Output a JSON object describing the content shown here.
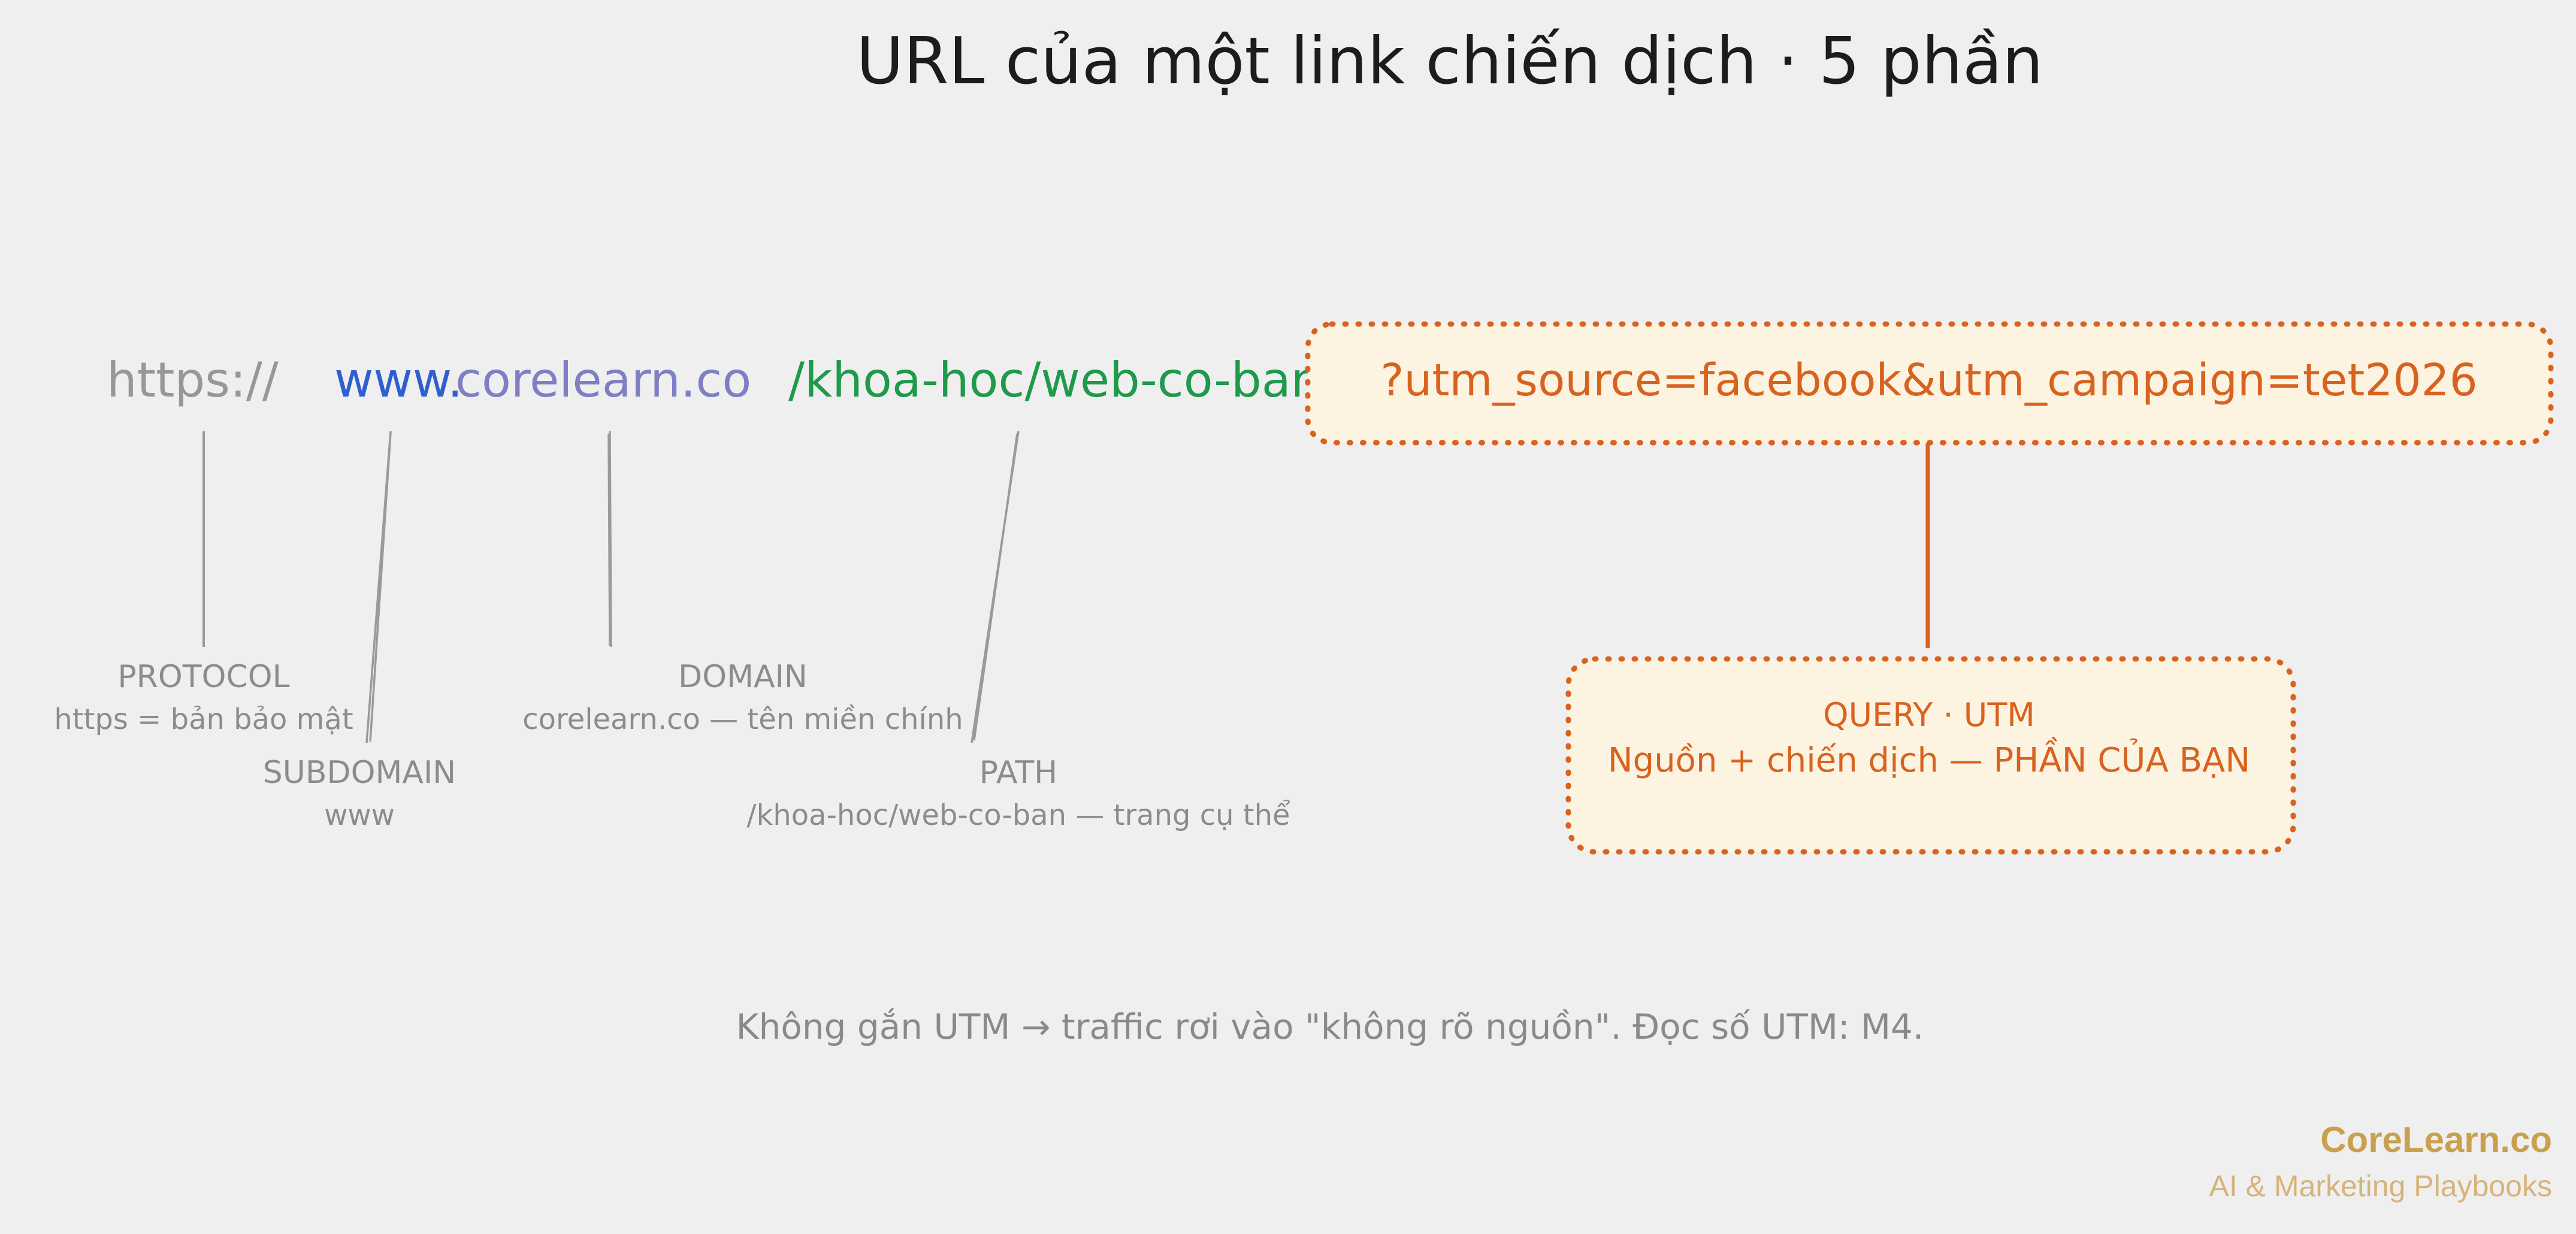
{
  "title": "URL của một link chiến dịch · 5 phần",
  "url_parts": {
    "protocol": "https://",
    "subdomain": "www.",
    "domain": "corelearn.co",
    "path": "/khoa-hoc/web-co-ban",
    "query": "?utm_source=facebook&utm_campaign=tet2026"
  },
  "labels": {
    "protocol": {
      "name": "PROTOCOL",
      "desc": "https = bản bảo mật"
    },
    "subdomain": {
      "name": "SUBDOMAIN",
      "desc": "www"
    },
    "domain": {
      "name": "DOMAIN",
      "desc": "corelearn.co — tên miền chính"
    },
    "path": {
      "name": "PATH",
      "desc": "/khoa-hoc/web-co-ban — trang cụ thể"
    },
    "query": {
      "name": "QUERY · UTM",
      "desc": "Nguồn + chiến dịch — PHẦN CỦA BẠN"
    }
  },
  "footer_note": "Không gắn UTM → traffic rơi vào \"không rõ nguồn\". Đọc số UTM: M4.",
  "brand": {
    "name": "CoreLearn.co",
    "tagline": "AI & Marketing Playbooks"
  },
  "colors": {
    "protocol": "#979797",
    "subdomain": "#2f5fcf",
    "domain": "#7f7fc4",
    "path": "#1f9a4a",
    "query": "#d8631f",
    "query_fill": "#fdf3e1",
    "connector": "#9a9a9a"
  }
}
